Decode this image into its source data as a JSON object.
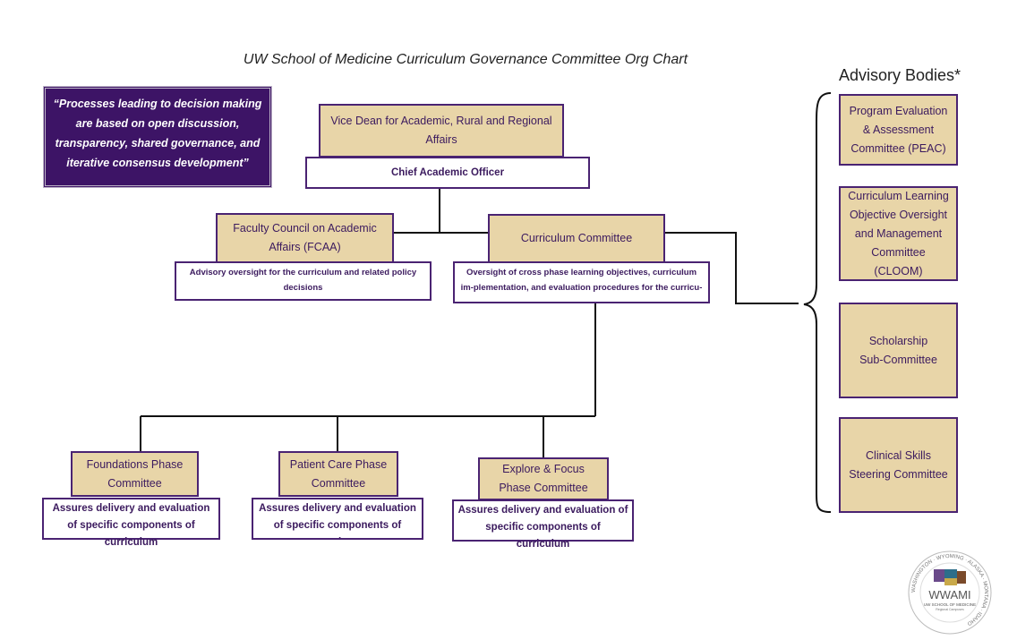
{
  "title": "UW School of Medicine Curriculum Governance Committee Org Chart",
  "advisory_heading": "Advisory Bodies*",
  "quote": "“Processes leading to decision making are based on open discussion, transparency, shared governance, and  iterative consensus development”",
  "vice_dean": {
    "title": "Vice Dean for Academic, Rural and Regional Affairs",
    "subtitle": "Chief Academic Officer"
  },
  "fcaa": {
    "title": "Faculty Council on Academic Affairs (FCAA)",
    "desc": "Advisory oversight for the curriculum and related policy decisions"
  },
  "curriculum": {
    "title": "Curriculum Committee",
    "desc": "Oversight of cross phase learning objectives, curriculum im-plementation, and evaluation procedures for the curricu-"
  },
  "phases": [
    {
      "title": "Foundations Phase Committee",
      "desc": "Assures delivery and evaluation of specific components of curriculum"
    },
    {
      "title": "Patient Care Phase Committee",
      "desc": "Assures delivery and evaluation of specific components of curricu-"
    },
    {
      "title": "Explore & Focus Phase Committee",
      "desc": "Assures delivery and evaluation of specific components of curriculum"
    }
  ],
  "advisory": [
    "Program Evaluation & Assessment Committee (PEAC)",
    "Curriculum Learning Objective Oversight and Management Committee (CLOOM)",
    "Scholarship Sub-Committee",
    "Clinical Skills Steering Committee"
  ],
  "logo": {
    "name": "WWAMI",
    "subtitle": "UW SCHOOL OF MEDICINE",
    "tagline": "Regional Campuses",
    "ring": "WASHINGTON · WYOMING · ALASKA · MONTANA · IDAHO"
  },
  "colors": {
    "purple": "#3d1466",
    "tan": "#e8d5a8",
    "border": "#4a2372"
  }
}
